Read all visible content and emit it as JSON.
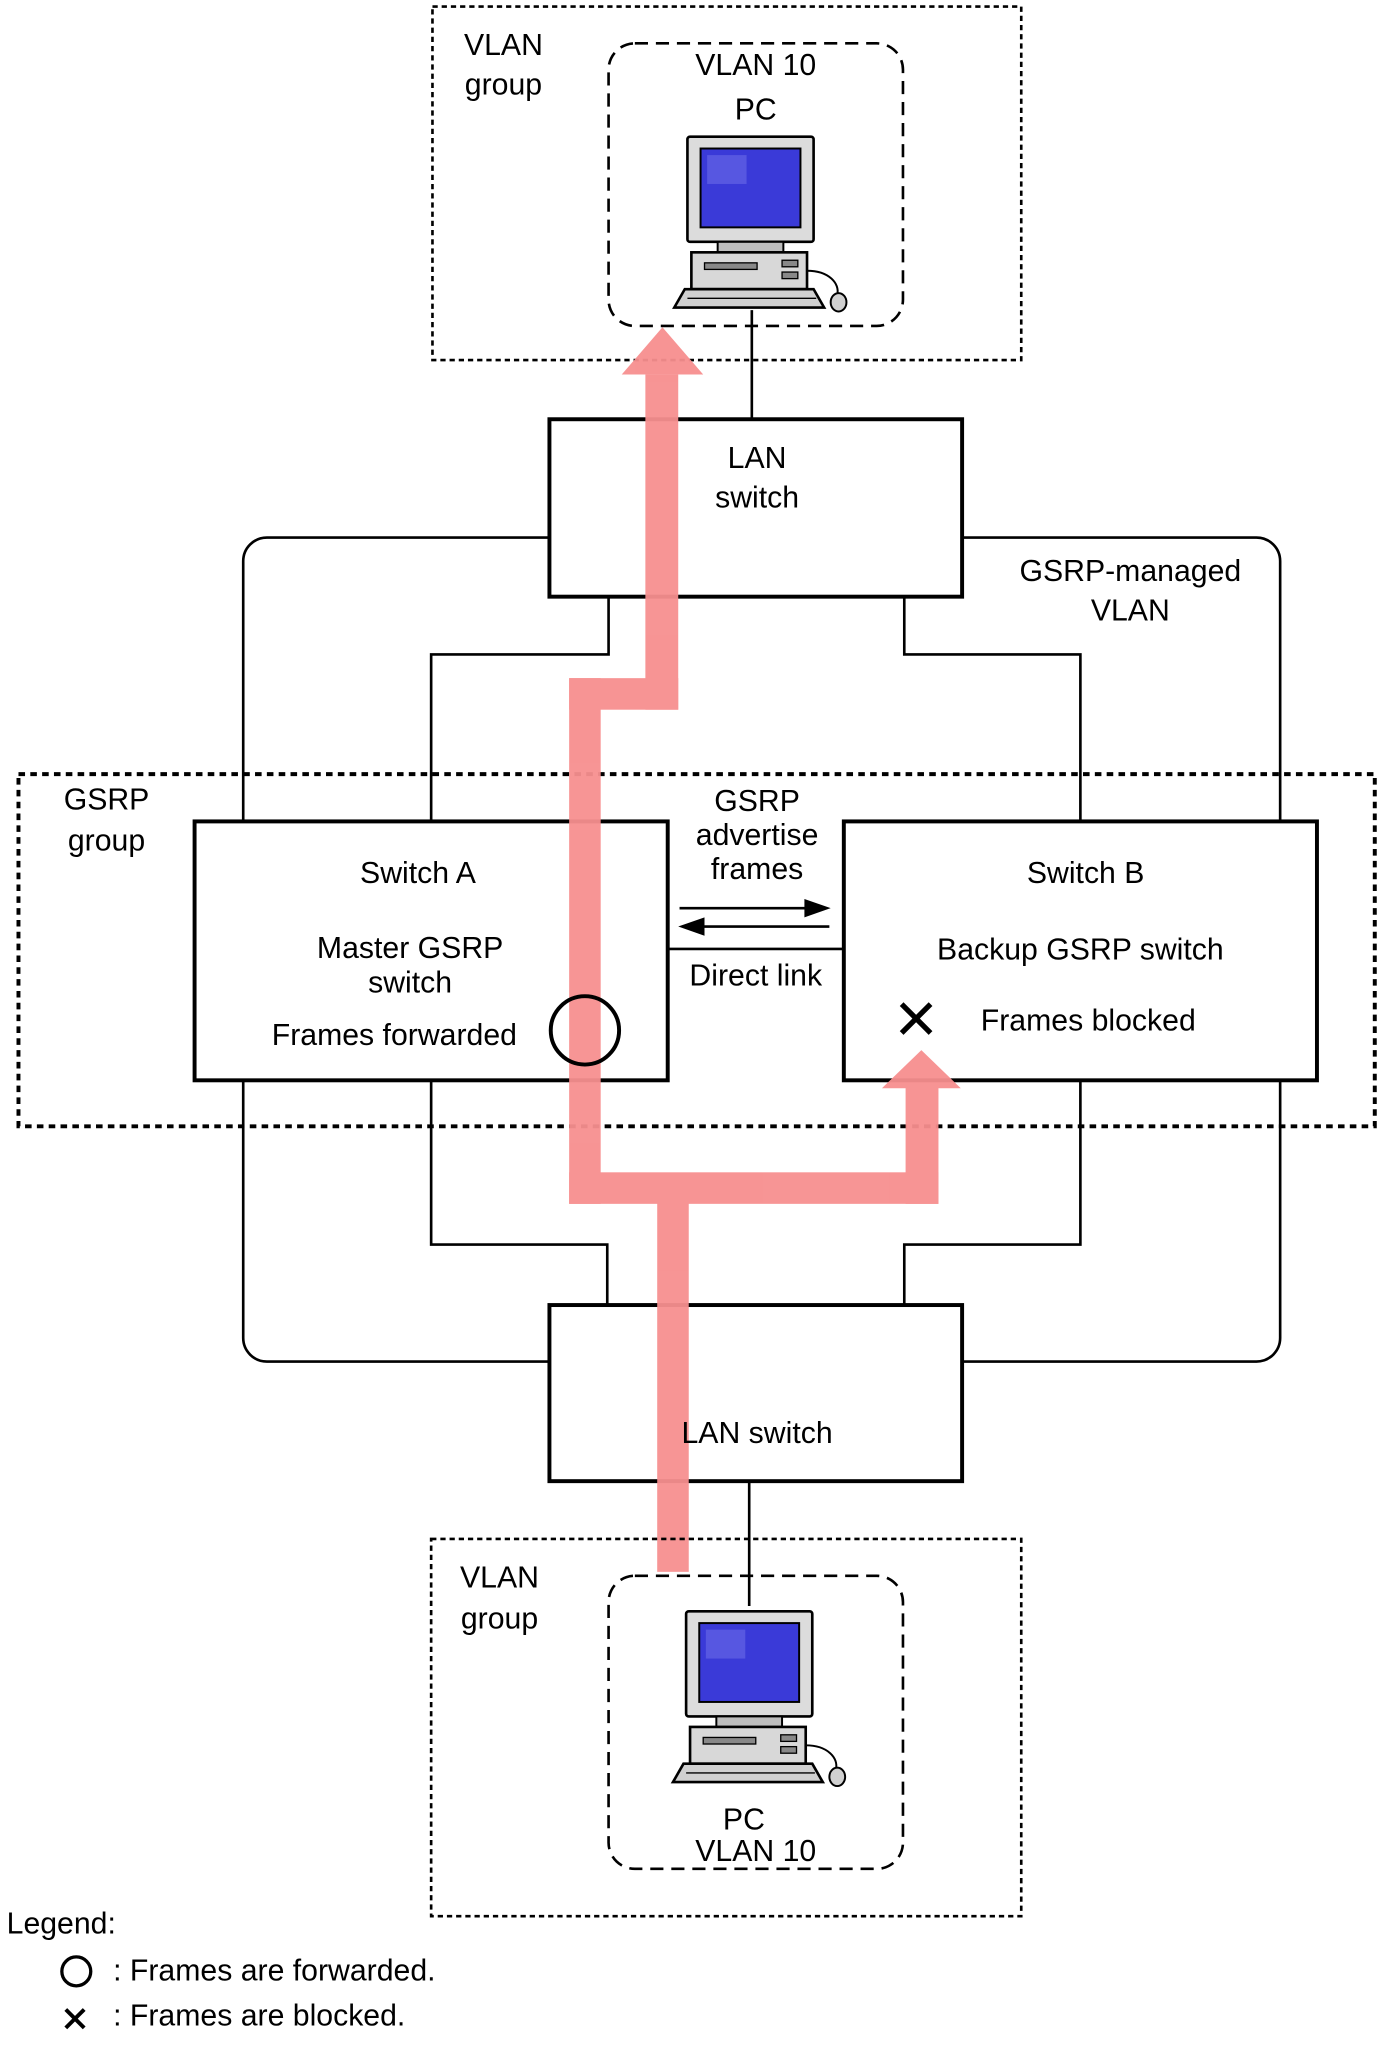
{
  "top_vlan_group": {
    "label_line1": "VLAN",
    "label_line2": "group"
  },
  "top_pc_group": {
    "label_line1": "VLAN 10",
    "label_line2": "PC"
  },
  "top_lan_switch": {
    "label_line1": "LAN",
    "label_line2": "switch"
  },
  "gsrp_managed_vlan": {
    "label_line1": "GSRP-managed",
    "label_line2": "VLAN"
  },
  "gsrp_group": {
    "label_line1": "GSRP",
    "label_line2": "group"
  },
  "switch_a": {
    "name": "Switch A",
    "role_line1": "Master GSRP",
    "role_line2": "switch",
    "status": "Frames forwarded"
  },
  "switch_b": {
    "name": "Switch B",
    "role": "Backup GSRP switch",
    "status": "Frames blocked"
  },
  "advertise": {
    "line1": "GSRP",
    "line2": "advertise",
    "line3": "frames"
  },
  "direct_link": "Direct link",
  "bottom_lan_switch": {
    "label": "LAN switch"
  },
  "bottom_vlan_group": {
    "label_line1": "VLAN",
    "label_line2": "group"
  },
  "bottom_pc_group": {
    "label_line1": "PC",
    "label_line2": "VLAN 10"
  },
  "legend": {
    "title": "Legend:",
    "forwarded": ": Frames are forwarded.",
    "blocked": ": Frames are blocked."
  },
  "colors": {
    "flow_arrow": "#f78f8f",
    "monitor_screen": "#3a3ad8",
    "computer_body": "#d8d8d8"
  },
  "icons": {
    "pc": "desktop-computer-icon",
    "forwarded": "circle-icon",
    "blocked": "x-icon"
  }
}
